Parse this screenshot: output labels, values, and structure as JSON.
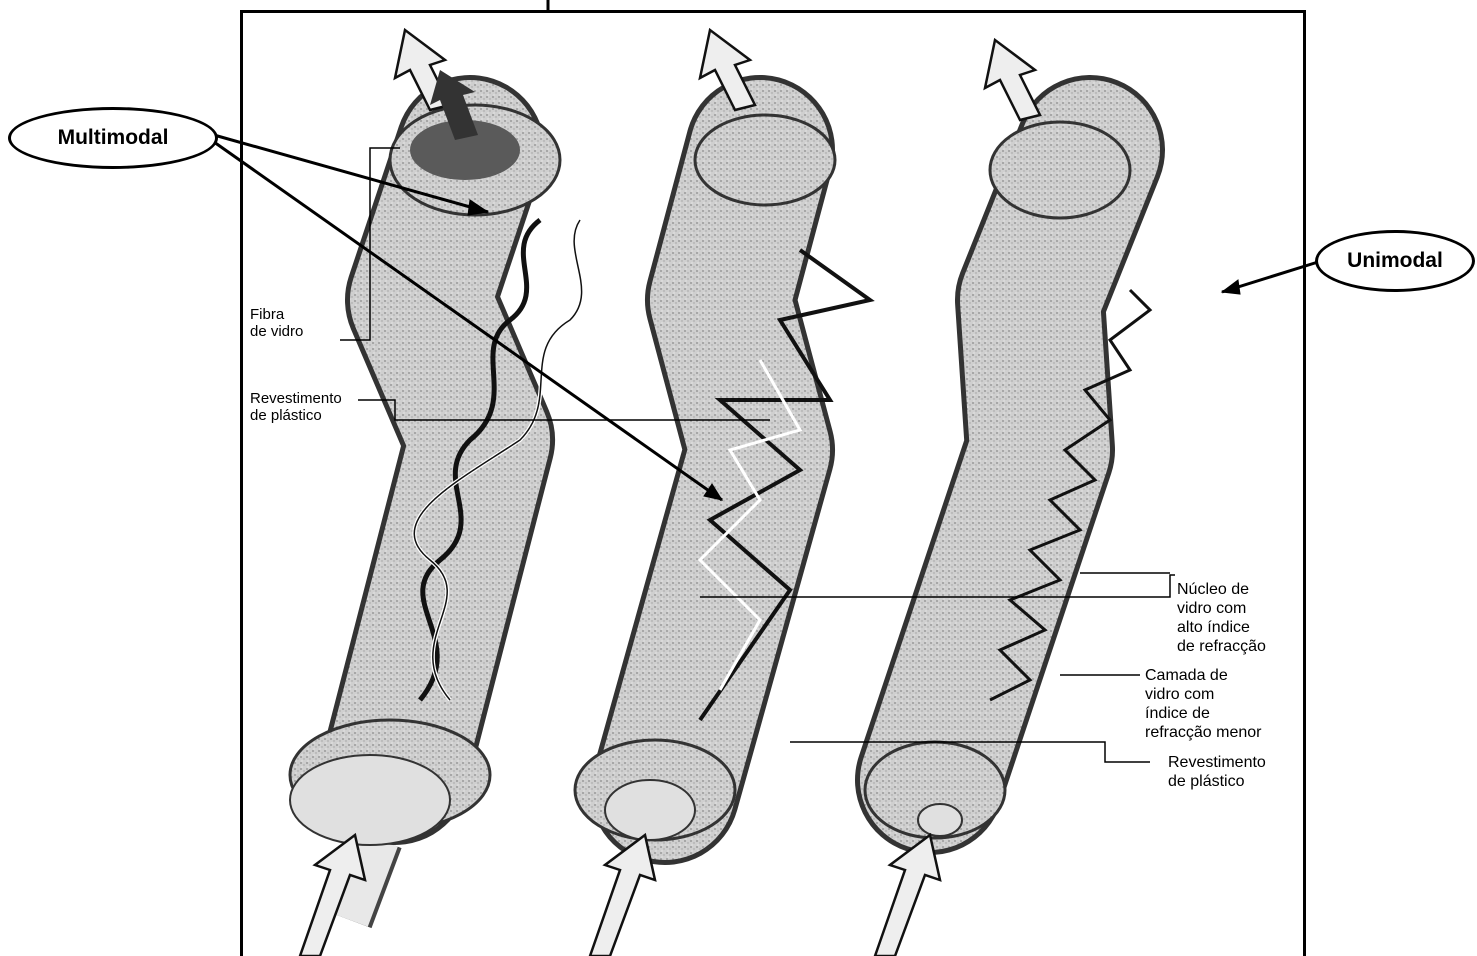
{
  "badges": {
    "multimodal": "Multimodal",
    "unimodal": "Unimodal"
  },
  "labels": {
    "glass_fiber": "Fibra\nde vidro",
    "plastic_coating_left": "Revestimento\nde plástico",
    "core": "Núcleo de\nvidro com\nalto índice\nde refracção",
    "cladding": "Camada de\nvidro com\níndice de\nrefracção menor",
    "plastic_coating_right": "Revestimento\nde plástico"
  },
  "colors": {
    "ink": "#000000",
    "fiber_fill": "#c9c9c9",
    "fiber_dark": "#7a7a7a",
    "arrow_fill": "#e6e6e6"
  }
}
